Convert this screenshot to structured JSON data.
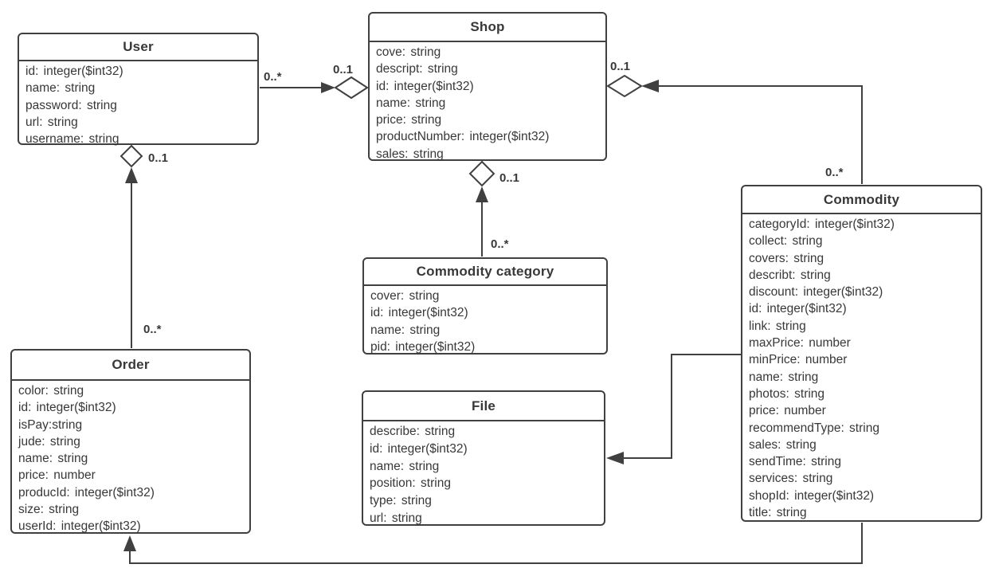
{
  "theme": {
    "background": "#ffffff",
    "line_color": "#404040",
    "text_color": "#383838"
  },
  "classes": [
    {
      "title": "User",
      "attributes": [
        "id: integer($int32)",
        "name: string",
        "password: string",
        "url: string",
        "username: string"
      ]
    },
    {
      "title": "Shop",
      "attributes": [
        "cove: string",
        "descript: string",
        "id: integer($int32)",
        "name: string",
        "price: string",
        "productNumber: integer($int32)",
        "sales: string"
      ]
    },
    {
      "title": "Commodity",
      "attributes": [
        "categoryId: integer($int32)",
        "collect: string",
        "covers: string",
        "describt: string",
        "discount: integer($int32)",
        "id: integer($int32)",
        "link: string",
        "maxPrice: number",
        "minPrice: number",
        "name: string",
        "photos: string",
        "price: number",
        "recommendType: string",
        "sales: string",
        "sendTime: string",
        "services: string",
        "shopId: integer($int32)",
        "title: string"
      ]
    },
    {
      "title": "Commodity category",
      "attributes": [
        "cover: string",
        "id: integer($int32)",
        "name: string",
        "pid: integer($int32)"
      ]
    },
    {
      "title": "File",
      "attributes": [
        "describe: string",
        "id: integer($int32)",
        "name: string",
        "position: string",
        "type: string",
        "url: string"
      ]
    },
    {
      "title": "Order",
      "attributes": [
        "color: string",
        "id: integer($int32)",
        "isPay:string",
        "jude: string",
        "name: string",
        "price: number",
        "producId: integer($int32)",
        "size: string",
        "userId: integer($int32)"
      ]
    }
  ],
  "connectors": [
    {
      "source": "User",
      "target": "Shop",
      "kind": "aggregation-arrow",
      "source_label": "0..*",
      "target_label": "0..1"
    },
    {
      "source": "Commodity",
      "target": "Shop",
      "kind": "aggregation-arrow",
      "source_label": "0..*",
      "target_label": "0..1"
    },
    {
      "source": "Commodity category",
      "target": "Shop",
      "kind": "aggregation-arrow",
      "source_label": "0..*",
      "target_label": "0..1"
    },
    {
      "source": "Order",
      "target": "User",
      "kind": "aggregation-arrow",
      "source_label": "0..*",
      "target_label": "0..1"
    },
    {
      "source": "Commodity",
      "target": "File",
      "kind": "directed-association"
    },
    {
      "source": "Commodity",
      "target": "Order",
      "kind": "directed-association"
    }
  ]
}
